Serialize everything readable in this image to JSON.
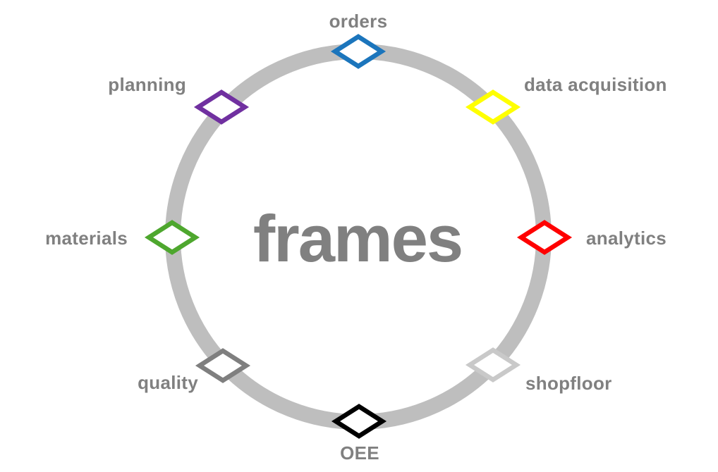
{
  "title": {
    "text": "frames",
    "color": "#808080"
  },
  "labels": {
    "color": "#808080"
  },
  "ring": {
    "color": "#bebebe"
  },
  "nodes": [
    {
      "id": "orders",
      "label": "orders",
      "color": "#1b75bc",
      "position": "top"
    },
    {
      "id": "data-acquisition",
      "label": "data acquisition",
      "color": "#ffff00",
      "position": "top-right"
    },
    {
      "id": "analytics",
      "label": "analytics",
      "color": "#ff0000",
      "position": "right"
    },
    {
      "id": "shopfloor",
      "label": "shopfloor",
      "color": "#c9c9c9",
      "position": "bottom-right"
    },
    {
      "id": "oee",
      "label": "OEE",
      "color": "#000000",
      "position": "bottom"
    },
    {
      "id": "quality",
      "label": "quality",
      "color": "#7f7f7f",
      "position": "bottom-left"
    },
    {
      "id": "materials",
      "label": "materials",
      "color": "#4ea72e",
      "position": "left"
    },
    {
      "id": "planning",
      "label": "planning",
      "color": "#7030a0",
      "position": "top-left"
    }
  ]
}
